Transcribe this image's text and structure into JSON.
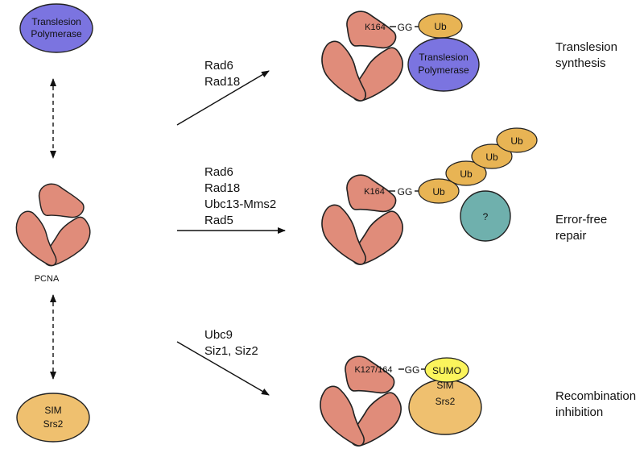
{
  "colors": {
    "pcna": "#e08c7a",
    "ubiquitin": "#e8b454",
    "translesion_polymerase": "#7b74e0",
    "srs2": "#efc06f",
    "sumo": "#fbf45c",
    "unknown_factor": "#6fb0ad"
  },
  "left": {
    "tl_polymerase": [
      "Translesion",
      "Polymerase"
    ],
    "pcna_label": "PCNA",
    "srs2": [
      "SIM",
      "Srs2"
    ]
  },
  "pathways": [
    {
      "enzymes": [
        "Rad6",
        "Rad18"
      ],
      "lysine": "K164",
      "gg": "GG",
      "ub": "Ub",
      "partner": [
        "Translesion",
        "Polymerase"
      ],
      "outcome": [
        "Translesion",
        "synthesis"
      ]
    },
    {
      "enzymes": [
        "Rad6",
        "Rad18",
        "Ubc13-Mms2",
        "Rad5"
      ],
      "lysine": "K164",
      "gg": "GG",
      "ub_chain": [
        "Ub",
        "Ub",
        "Ub",
        "Ub"
      ],
      "partner": "?",
      "outcome": [
        "Error-free",
        "repair"
      ]
    },
    {
      "enzymes": [
        "Ubc9",
        "Siz1, Siz2"
      ],
      "lysine": "K127/164",
      "gg": "GG",
      "sumo": "SUMO",
      "partner": [
        "SIM",
        "Srs2"
      ],
      "outcome": [
        "Recombination",
        "inhibition"
      ]
    }
  ]
}
